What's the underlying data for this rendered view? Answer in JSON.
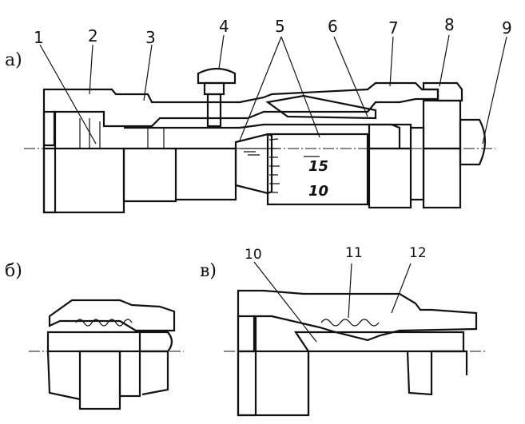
{
  "panels": {
    "a": "а)",
    "b": "б)",
    "v": "в)"
  },
  "callouts": {
    "c1": "1",
    "c2": "2",
    "c3": "3",
    "c4": "4",
    "c5": "5",
    "c6": "6",
    "c7": "7",
    "c8": "8",
    "c9": "9",
    "c10": "10",
    "c11": "11",
    "c12": "12"
  },
  "scale_marks": {
    "upper": "15",
    "lower": "10"
  }
}
